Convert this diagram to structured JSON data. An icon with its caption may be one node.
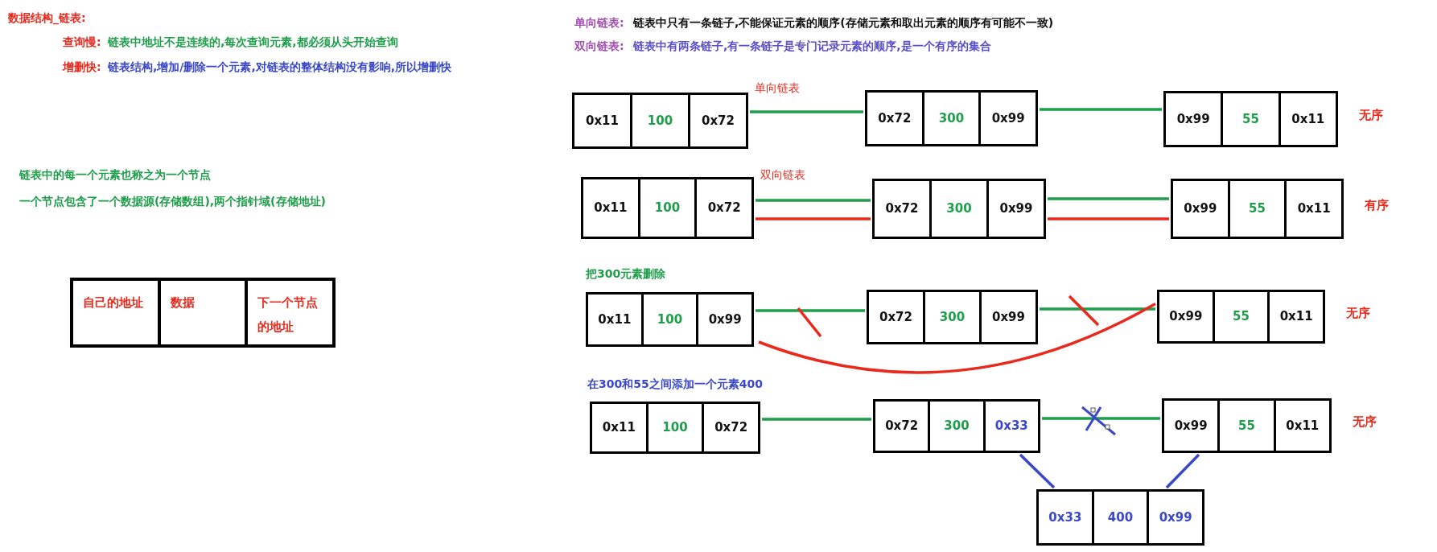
{
  "diagram": {
    "nodes": [
      {
        "text": [
          "自己的地址",
          "数据",
          "下一个节点的地址"
        ]
      },
      {
        "text": [
          "0x11",
          "100",
          "0x72"
        ]
      },
      {
        "text": [
          "0x72",
          "300",
          "0x99"
        ]
      },
      {
        "text": [
          "0x99",
          "55",
          "0x11"
        ],
        "beside": [
          "无序"
        ]
      },
      {
        "text": [
          "0x11",
          "100",
          "0x72"
        ]
      },
      {
        "text": [
          "0x72",
          "300",
          "0x99"
        ]
      },
      {
        "text": [
          "0x99",
          "55",
          "0x11"
        ],
        "beside": [
          "有序"
        ]
      },
      {
        "text": [
          "0x11",
          "100",
          "0x99"
        ]
      },
      {
        "text": [
          "0x72",
          "300",
          "0x99"
        ]
      },
      {
        "text": [
          "0x99",
          "55",
          "0x11"
        ],
        "beside": [
          "无序"
        ]
      },
      {
        "text": [
          "0x11",
          "100",
          "0x72"
        ]
      },
      {
        "text": [
          "0x72",
          "300",
          "0x33"
        ]
      },
      {
        "text": [
          "0x99",
          "55",
          "0x11"
        ],
        "beside": [
          "无序"
        ]
      },
      {
        "text": [
          "0x33",
          "400",
          "0x99"
        ]
      }
    ],
    "edges": [
      {
        "from": 1,
        "to": 2,
        "arrow": "none",
        "label": "单向链表"
      },
      {
        "from": 2,
        "to": 3,
        "arrow": "none"
      },
      {
        "from": 4,
        "to": 5,
        "arrow": "none",
        "label": "双向链表"
      },
      {
        "from": 4,
        "to": 5,
        "arrow": "none",
        "color": "#e8291c"
      },
      {
        "from": 5,
        "to": 6,
        "arrow": "none"
      },
      {
        "from": 5,
        "to": 6,
        "arrow": "none",
        "color": "#e8291c"
      },
      {
        "from": 7,
        "to": 8,
        "arrow": "none"
      },
      {
        "from": 8,
        "to": 9,
        "arrow": "none"
      },
      {
        "from": 7,
        "to": 9,
        "arrow": "none",
        "color": "#e8291c"
      },
      {
        "from": 10,
        "to": 11,
        "arrow": "none"
      },
      {
        "from": 11,
        "to": 12,
        "arrow": "none"
      },
      {
        "from": 11,
        "to": 13,
        "arrow": "none",
        "color": "#3a48c8"
      },
      {
        "from": 13,
        "to": 12,
        "arrow": "none",
        "color": "#3a48c8"
      }
    ],
    "labels": [
      "数据结构_链表:",
      "查询慢:",
      "链表中地址不是连续的,每次查询元素,都必须从头开始查询",
      "增删快:",
      "链表结构,增加/删除一个元素,对链表的整体结构没有影响,所以增删快",
      "链表中的每一个元素也称之为一个节点",
      "一个节点包含了一个数据源(存储数组),两个指针域(存储地址)",
      "单向链表:",
      "链表中只有一条链子,不能保证元素的顺序(存储元素和取出元素的顺序有可能不一致)",
      "双向链表:",
      "链表中有两条链子,有一条链子是专门记录元素的顺序,是一个有序的集合",
      "把300元素删除",
      "在300和55之间添加一个元素400"
    ]
  }
}
